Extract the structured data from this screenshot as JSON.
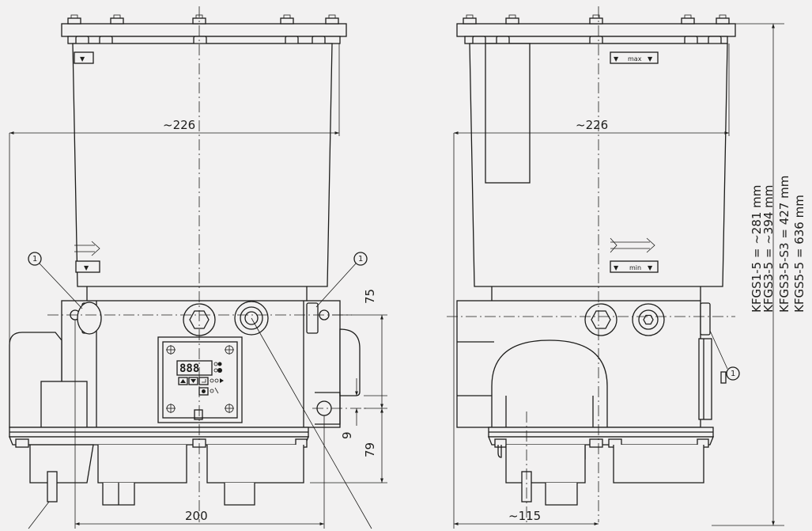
{
  "front_view": {
    "width_label": "~226",
    "base_width_label": "200",
    "callout_left": "1",
    "callout_right": "1",
    "height_upper_label": "75",
    "height_gap_label": "9",
    "height_lower_label": "79",
    "level_marker": "▼",
    "display_digits": "888"
  },
  "side_view": {
    "width_label": "~226",
    "depth_label": "~115",
    "callout": "1",
    "max_label": "max",
    "min_label": "min"
  },
  "height_table": [
    "KFGS1-5 = ~281 mm",
    "KFGS3-5 = ~394 mm",
    "KFGS3-5-S3 = 427 mm",
    "KFGS5-5 = 636 mm"
  ]
}
